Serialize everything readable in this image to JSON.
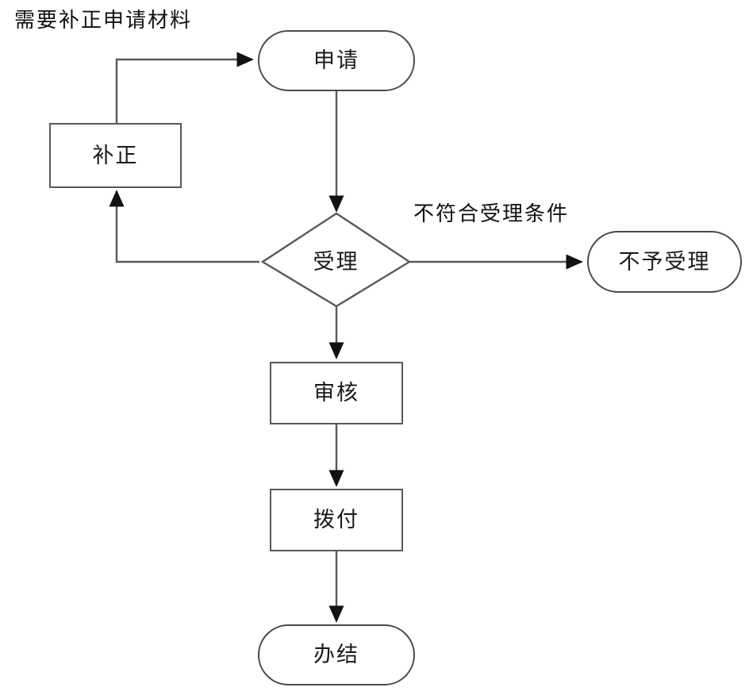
{
  "diagram": {
    "type": "flowchart",
    "orientation": "top-to-bottom",
    "background_color": "#ffffff",
    "line_color": "#595959",
    "text_color": "#1a1a1a",
    "nodes": [
      {
        "id": "shenqing",
        "label": "申请",
        "shape": "terminal"
      },
      {
        "id": "buzheng",
        "label": "补正",
        "shape": "process"
      },
      {
        "id": "shouli",
        "label": "受理",
        "shape": "decision"
      },
      {
        "id": "buyushouli",
        "label": "不予受理",
        "shape": "terminal"
      },
      {
        "id": "shenhe",
        "label": "审核",
        "shape": "process"
      },
      {
        "id": "bofu",
        "label": "拨付",
        "shape": "process"
      },
      {
        "id": "banjie",
        "label": "办结",
        "shape": "terminal"
      }
    ],
    "edge_labels": [
      {
        "id": "need-amend",
        "text": "需要补正申请材料"
      },
      {
        "id": "not-eligible",
        "text": "不符合受理条件"
      }
    ],
    "edges": [
      {
        "from": "buzheng",
        "to": "shenqing",
        "label": "需要补正申请材料"
      },
      {
        "from": "shenqing",
        "to": "shouli",
        "label": ""
      },
      {
        "from": "shouli",
        "to": "buzheng",
        "label": ""
      },
      {
        "from": "shouli",
        "to": "buyushouli",
        "label": "不符合受理条件"
      },
      {
        "from": "shouli",
        "to": "shenhe",
        "label": ""
      },
      {
        "from": "shenhe",
        "to": "bofu",
        "label": ""
      },
      {
        "from": "bofu",
        "to": "banjie",
        "label": ""
      }
    ]
  }
}
